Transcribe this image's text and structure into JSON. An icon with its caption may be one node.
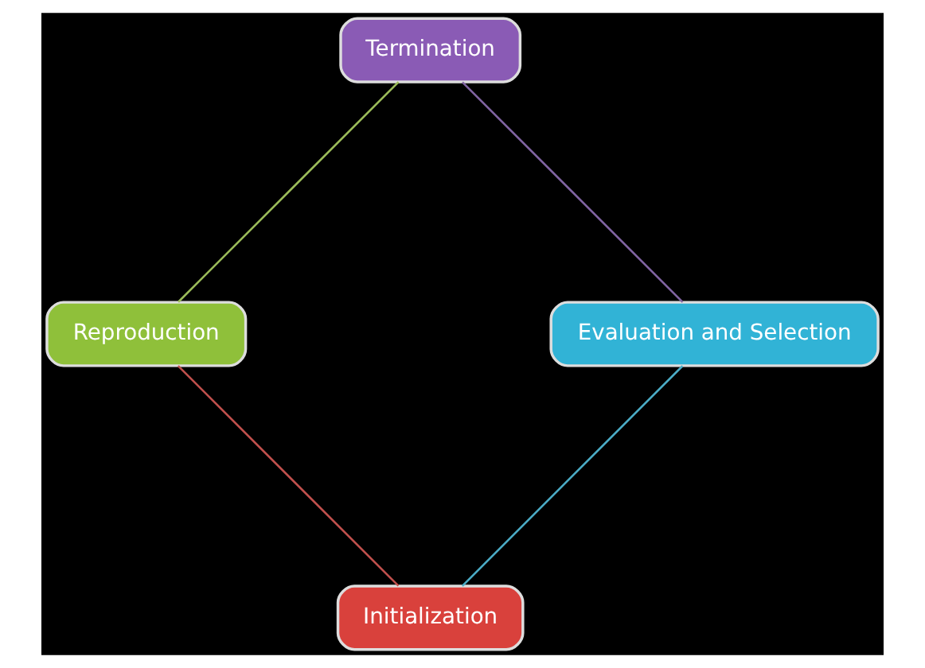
{
  "diagram": {
    "nodes": [
      {
        "text": [
          "Initialization"
        ]
      },
      {
        "text": [
          "Evaluation and Selection"
        ]
      },
      {
        "text": [
          "Reproduction"
        ]
      },
      {
        "text": [
          "Termination"
        ]
      }
    ],
    "edges": [
      {
        "from": 0,
        "to": 2,
        "arrow": "none",
        "color": "#c0504d"
      },
      {
        "from": 2,
        "to": 3,
        "arrow": "none",
        "color": "#9bbb59"
      },
      {
        "from": 3,
        "to": 1,
        "arrow": "none",
        "color": "#8064a2"
      },
      {
        "from": 1,
        "to": 0,
        "arrow": "none",
        "color": "#4bacc6"
      }
    ]
  }
}
